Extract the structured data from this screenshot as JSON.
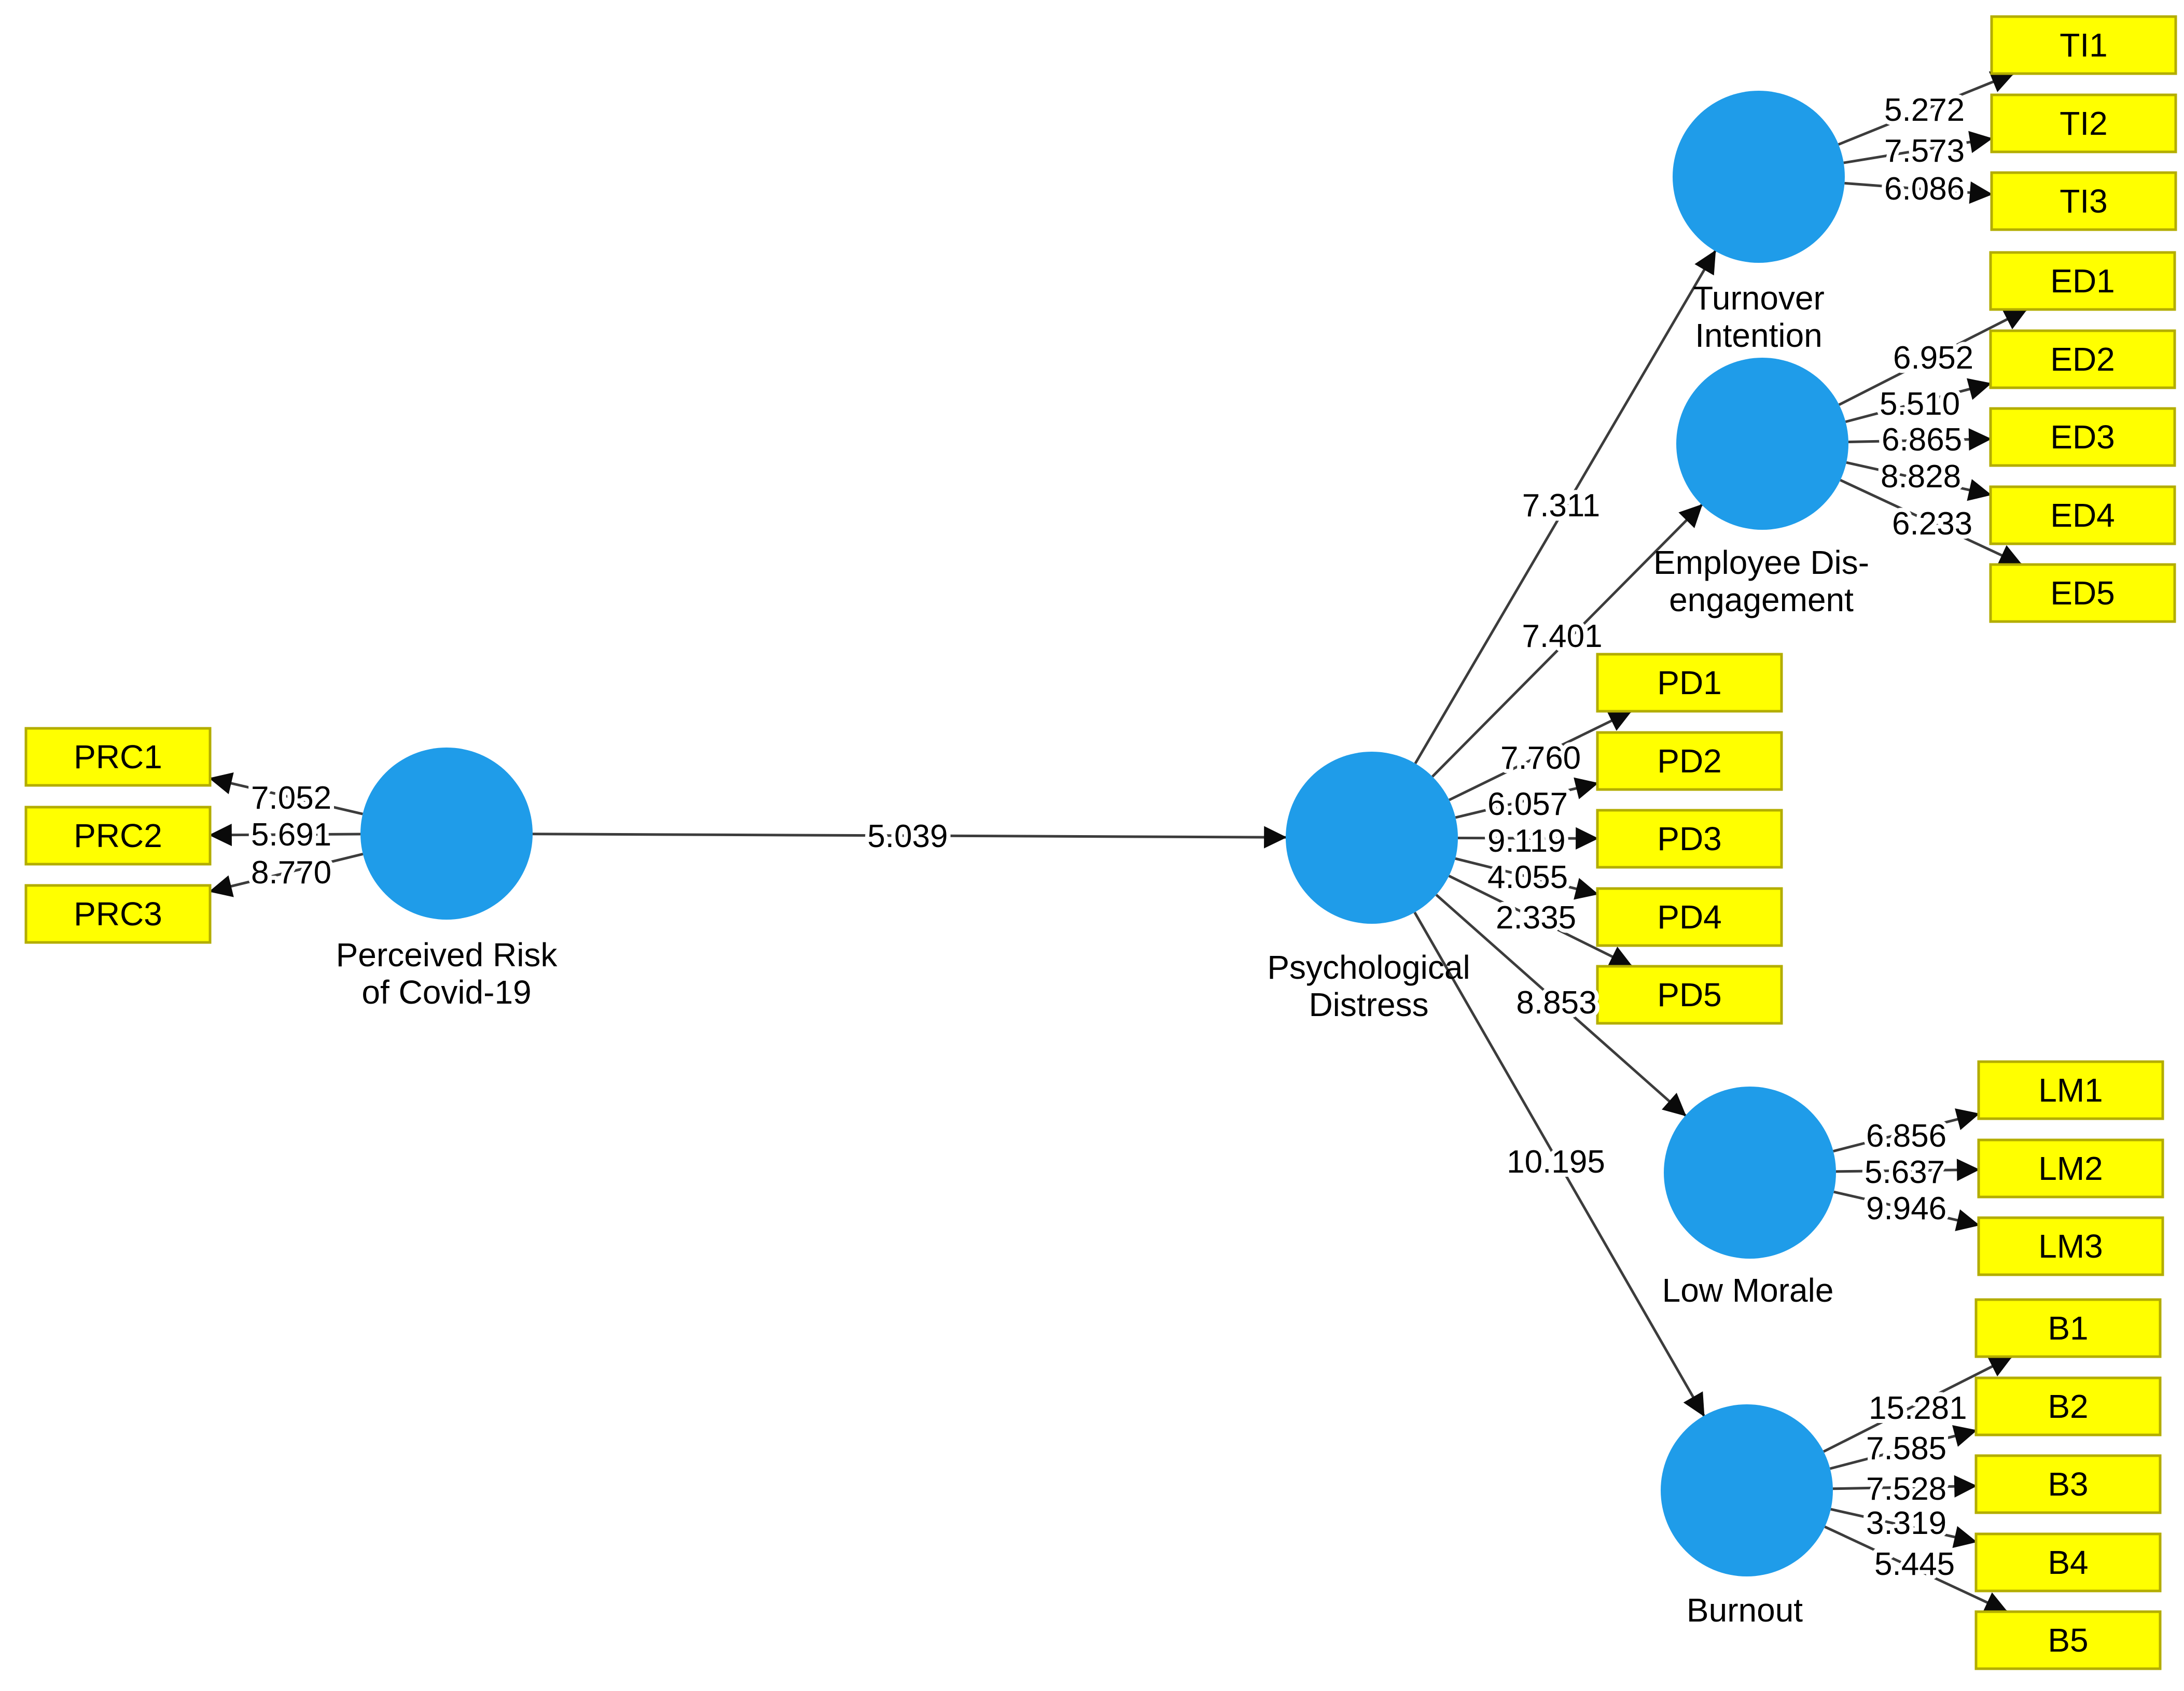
{
  "diagram_type": "PLS-SEM path model (bootstrapping t-values)",
  "colors": {
    "background": "#ffffff",
    "latent_fill": "#1f9ce9",
    "indicator_fill": "#ffff00",
    "indicator_border": "#b3ad00",
    "line": "#3c3c3c",
    "arrowhead": "#0a0a0a",
    "text": "#000000"
  },
  "latent": [
    {
      "id": "prc",
      "label_lines": [
        "Perceived Risk",
        "of Covid-19"
      ]
    },
    {
      "id": "pd",
      "label_lines": [
        "Psychological",
        "Distress"
      ]
    },
    {
      "id": "ti",
      "label_lines": [
        "Turnover",
        "Intention"
      ]
    },
    {
      "id": "ed",
      "label_lines": [
        "Employee Dis-",
        "engagement"
      ]
    },
    {
      "id": "lm",
      "label_lines": [
        "Low Morale"
      ]
    },
    {
      "id": "b",
      "label_lines": [
        "Burnout"
      ]
    }
  ],
  "indicators": [
    {
      "id": "PRC1",
      "label": "PRC1"
    },
    {
      "id": "PRC2",
      "label": "PRC2"
    },
    {
      "id": "PRC3",
      "label": "PRC3"
    },
    {
      "id": "TI1",
      "label": "TI1"
    },
    {
      "id": "TI2",
      "label": "TI2"
    },
    {
      "id": "TI3",
      "label": "TI3"
    },
    {
      "id": "ED1",
      "label": "ED1"
    },
    {
      "id": "ED2",
      "label": "ED2"
    },
    {
      "id": "ED3",
      "label": "ED3"
    },
    {
      "id": "ED4",
      "label": "ED4"
    },
    {
      "id": "ED5",
      "label": "ED5"
    },
    {
      "id": "PD1",
      "label": "PD1"
    },
    {
      "id": "PD2",
      "label": "PD2"
    },
    {
      "id": "PD3",
      "label": "PD3"
    },
    {
      "id": "PD4",
      "label": "PD4"
    },
    {
      "id": "PD5",
      "label": "PD5"
    },
    {
      "id": "LM1",
      "label": "LM1"
    },
    {
      "id": "LM2",
      "label": "LM2"
    },
    {
      "id": "LM3",
      "label": "LM3"
    },
    {
      "id": "B1",
      "label": "B1"
    },
    {
      "id": "B2",
      "label": "B2"
    },
    {
      "id": "B3",
      "label": "B3"
    },
    {
      "id": "B4",
      "label": "B4"
    },
    {
      "id": "B5",
      "label": "B5"
    }
  ],
  "measurement_paths": [
    {
      "from": "prc",
      "to": "PRC1",
      "value": "7.052"
    },
    {
      "from": "prc",
      "to": "PRC2",
      "value": "5.691"
    },
    {
      "from": "prc",
      "to": "PRC3",
      "value": "8.770"
    },
    {
      "from": "ti",
      "to": "TI1",
      "value": "5.272"
    },
    {
      "from": "ti",
      "to": "TI2",
      "value": "7.573"
    },
    {
      "from": "ti",
      "to": "TI3",
      "value": "6.086"
    },
    {
      "from": "ed",
      "to": "ED1",
      "value": "6.952"
    },
    {
      "from": "ed",
      "to": "ED2",
      "value": "5.510"
    },
    {
      "from": "ed",
      "to": "ED3",
      "value": "6.865"
    },
    {
      "from": "ed",
      "to": "ED4",
      "value": "8.828"
    },
    {
      "from": "ed",
      "to": "ED5",
      "value": "6.233"
    },
    {
      "from": "pd",
      "to": "PD1",
      "value": "7.760"
    },
    {
      "from": "pd",
      "to": "PD2",
      "value": "6.057"
    },
    {
      "from": "pd",
      "to": "PD3",
      "value": "9.119"
    },
    {
      "from": "pd",
      "to": "PD4",
      "value": "4.055"
    },
    {
      "from": "pd",
      "to": "PD5",
      "value": "2.335"
    },
    {
      "from": "lm",
      "to": "LM1",
      "value": "6.856"
    },
    {
      "from": "lm",
      "to": "LM2",
      "value": "5.637"
    },
    {
      "from": "lm",
      "to": "LM3",
      "value": "9.946"
    },
    {
      "from": "b",
      "to": "B1",
      "value": "15.281"
    },
    {
      "from": "b",
      "to": "B2",
      "value": "7.585"
    },
    {
      "from": "b",
      "to": "B3",
      "value": "7.528"
    },
    {
      "from": "b",
      "to": "B4",
      "value": "3.319"
    },
    {
      "from": "b",
      "to": "B5",
      "value": "5.445"
    }
  ],
  "structural_paths": [
    {
      "from": "prc",
      "to": "pd",
      "value": "5.039"
    },
    {
      "from": "pd",
      "to": "ti",
      "value": "7.311"
    },
    {
      "from": "pd",
      "to": "ed",
      "value": "7.401"
    },
    {
      "from": "pd",
      "to": "lm",
      "value": "8.853"
    },
    {
      "from": "pd",
      "to": "b",
      "value": "10.195"
    }
  ]
}
